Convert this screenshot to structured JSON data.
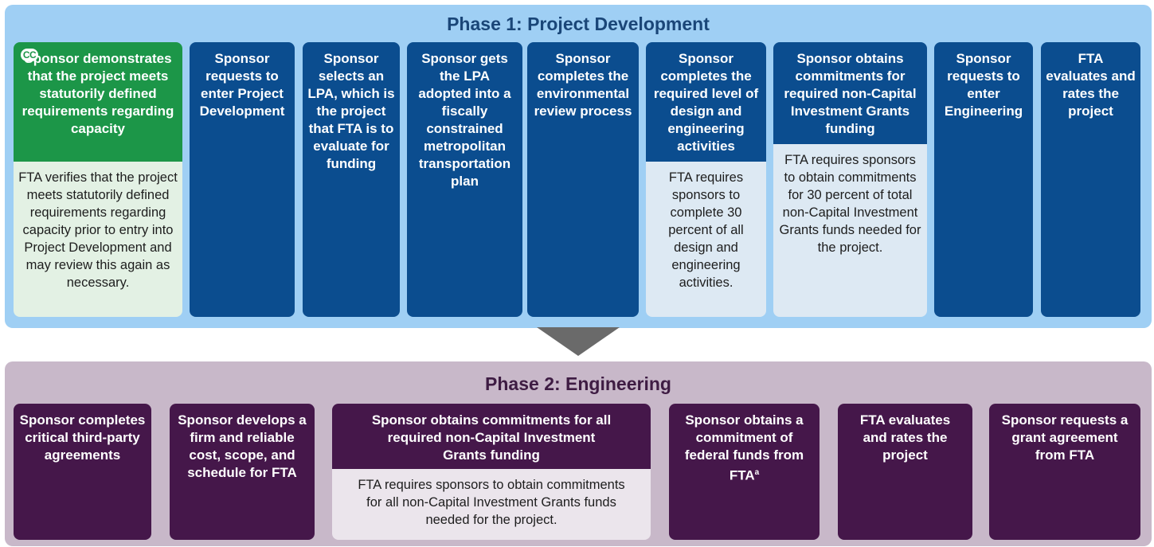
{
  "phase1": {
    "title": "Phase 1: Project Development",
    "cards": [
      {
        "badge": "CC",
        "head": "Sponsor demonstrates that the project meets statutorily defined requirements regarding capacity",
        "body": "FTA verifies that the project meets statutorily defined requirements regarding capacity prior to entry into Project Development and may review this again as necessary."
      },
      {
        "head": "Sponsor requests to enter Project Development"
      },
      {
        "head": "Sponsor selects an LPA, which is the project that FTA is to evaluate for funding"
      },
      {
        "head": "Sponsor gets the LPA adopted into a fiscally constrained metropolitan transportation plan"
      },
      {
        "head": "Sponsor completes the environmental review process"
      },
      {
        "head": "Sponsor completes the required level of design and engineering activities",
        "body": "FTA requires sponsors to complete 30 percent of all design and engineering activities."
      },
      {
        "head": "Sponsor obtains commitments for required non-Capital Investment Grants funding",
        "body": "FTA requires sponsors to obtain commitments for 30 percent of total non-Capital Investment Grants funds needed for the project."
      },
      {
        "head": "Sponsor requests to enter Engineering"
      },
      {
        "head": "FTA evaluates and rates the project"
      }
    ]
  },
  "phase2": {
    "title": "Phase 2: Engineering",
    "cards": [
      {
        "head": "Sponsor completes critical third-party agreements"
      },
      {
        "head": "Sponsor develops a firm and reliable cost, scope, and schedule for FTA"
      },
      {
        "head": "Sponsor obtains commitments for all required non-Capital Investment Grants funding",
        "body": "FTA requires sponsors to obtain commitments for all non-Capital Investment Grants funds needed for the project."
      },
      {
        "head": "Sponsor obtains a commitment of federal funds from FTA",
        "footnote": "a"
      },
      {
        "head": "FTA evaluates and rates the project"
      },
      {
        "head": "Sponsor requests a grant agreement from FTA"
      }
    ]
  },
  "colors": {
    "phase1_bg": "#9fcff4",
    "phase2_bg": "#c8b8c9",
    "blue_card": "#0b4d8f",
    "green_card": "#1c9648",
    "purple_card": "#45174a",
    "arrow": "#6a6a6a"
  }
}
